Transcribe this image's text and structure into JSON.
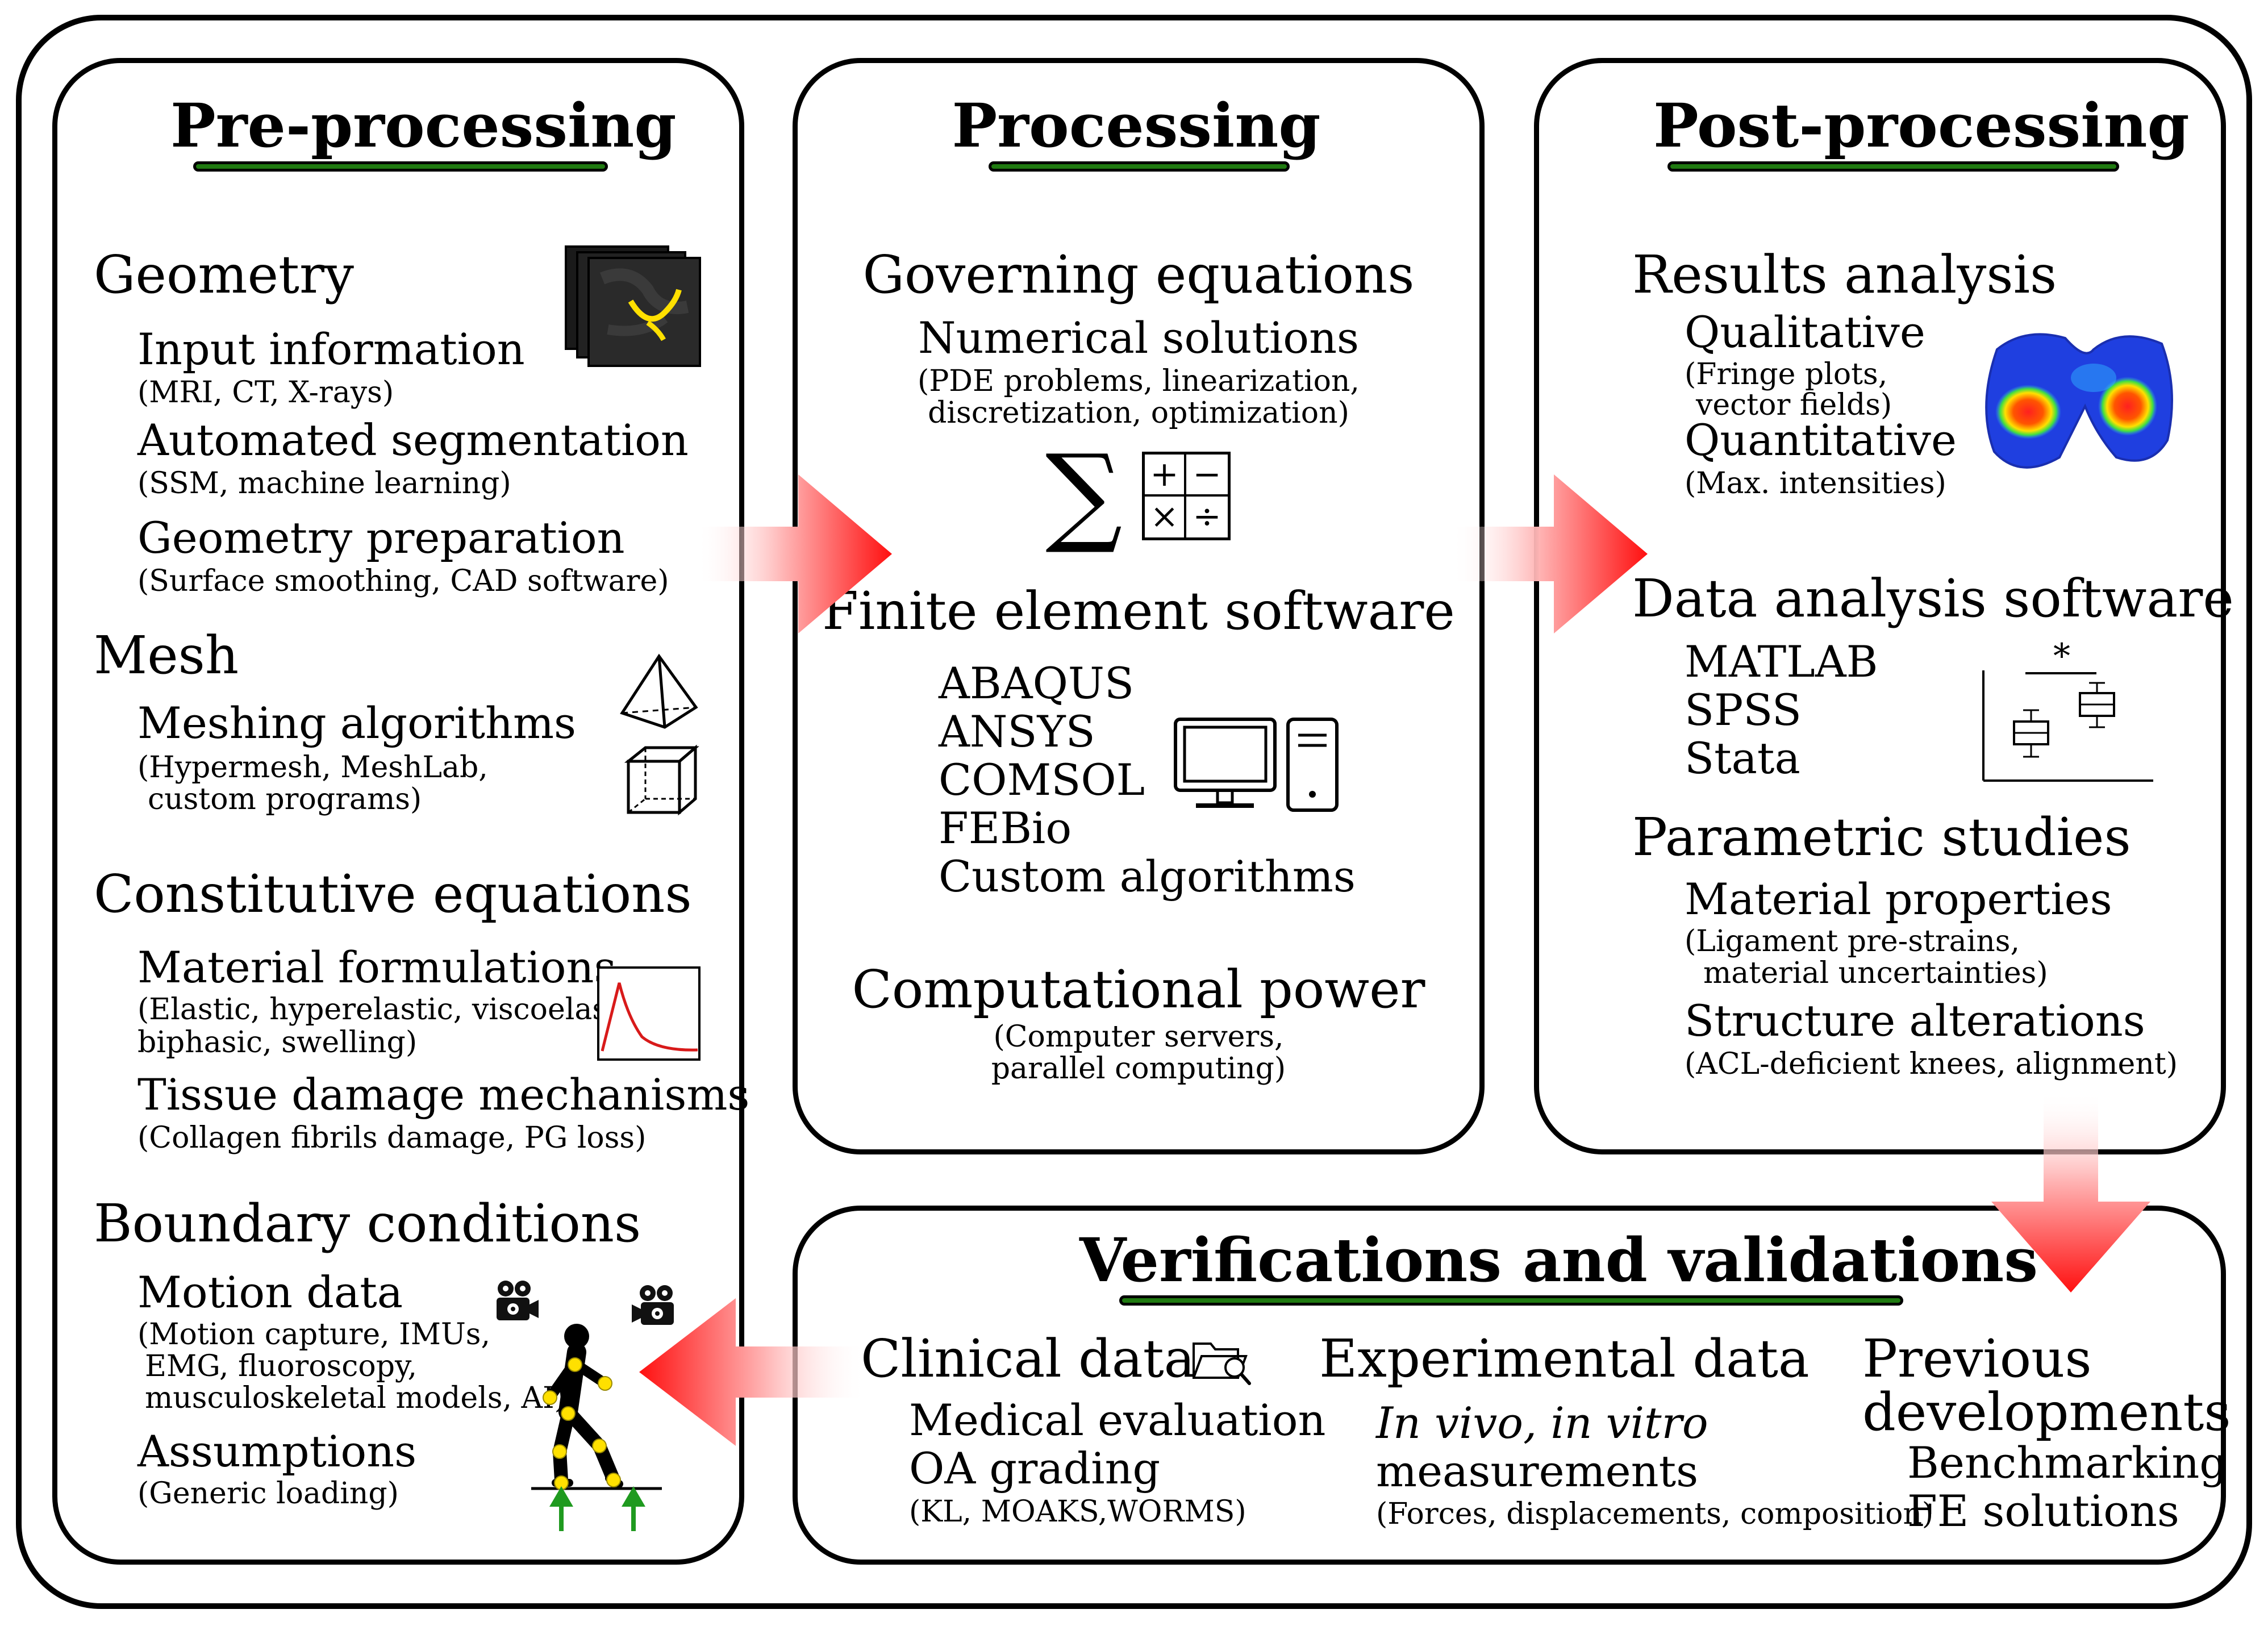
{
  "panels": {
    "pre": {
      "title": "Pre-processing",
      "geometry": {
        "heading": "Geometry",
        "input_title": "Input information",
        "input_note": "(MRI, CT, X-rays)",
        "seg_title": "Automated segmentation",
        "seg_note": "(SSM, machine learning)",
        "prep_title": "Geometry preparation",
        "prep_note": "(Surface smoothing, CAD software)"
      },
      "mesh": {
        "heading": "Mesh",
        "alg_title": "Meshing algorithms",
        "alg_note1": "(Hypermesh, MeshLab,",
        "alg_note2": "custom programs)"
      },
      "constitutive": {
        "heading": "Constitutive equations",
        "mat_title": "Material formulations",
        "mat_note1": "(Elastic, hyperelastic, viscoelastic,",
        "mat_note2": "biphasic, swelling)",
        "dmg_title": "Tissue damage mechanisms",
        "dmg_note": "(Collagen fibrils damage, PG loss)"
      },
      "boundary": {
        "heading": "Boundary conditions",
        "motion_title": "Motion data",
        "motion_note1": "(Motion capture, IMUs,",
        "motion_note2": "EMG, fluoroscopy,",
        "motion_note3": "musculoskeletal models, AI)",
        "assump_title": "Assumptions",
        "assump_note": "(Generic loading)"
      }
    },
    "proc": {
      "title": "Processing",
      "gov_heading": "Governing equations",
      "num_title": "Numerical solutions",
      "num_note1": "(PDE problems, linearization,",
      "num_note2": "discretization, optimization)",
      "sigma": "∑",
      "ops": [
        "+",
        "−",
        "×",
        "÷"
      ],
      "fe_heading": "Finite element software",
      "fe_list": [
        "ABAQUS",
        "ANSYS",
        "COMSOL",
        "FEBio",
        "Custom algorithms"
      ],
      "power_heading": "Computational power",
      "power_note1": "(Computer servers,",
      "power_note2": "parallel computing)"
    },
    "post": {
      "title": "Post-processing",
      "results_heading": "Results analysis",
      "qual_title": "Qualitative",
      "qual_note1": "(Fringe plots,",
      "qual_note2": "vector fields)",
      "quant_title": "Quantitative",
      "quant_note": "(Max. intensities)",
      "data_heading": "Data analysis software",
      "data_list": [
        "MATLAB",
        "SPSS",
        "Stata"
      ],
      "sig_star": "*",
      "param_heading": "Parametric studies",
      "matprop_title": "Material properties",
      "matprop_note1": "(Ligament pre-strains,",
      "matprop_note2": "material uncertainties)",
      "struct_title": "Structure alterations",
      "struct_note": "(ACL-deficient knees, alignment)"
    },
    "vv": {
      "title": "Verifications and validations",
      "clinical_heading": "Clinical data",
      "clinical_l1": "Medical evaluation",
      "clinical_l2": "OA grading",
      "clinical_note": "(KL, MOAKS,WORMS)",
      "exp_heading": "Experimental data",
      "exp_l1": "In vivo, in vitro",
      "exp_l2": "measurements",
      "exp_note": "(Forces, displacements, composition)",
      "prev_heading1": "Previous",
      "prev_heading2": "developments",
      "prev_l1": "Benchmarking",
      "prev_l2": "FE solutions"
    }
  },
  "colors": {
    "underline": "#1f7a10",
    "arrow": "#ff1a1a",
    "heat_low": "#1f3fe0",
    "heat_high": "#ff2020"
  }
}
